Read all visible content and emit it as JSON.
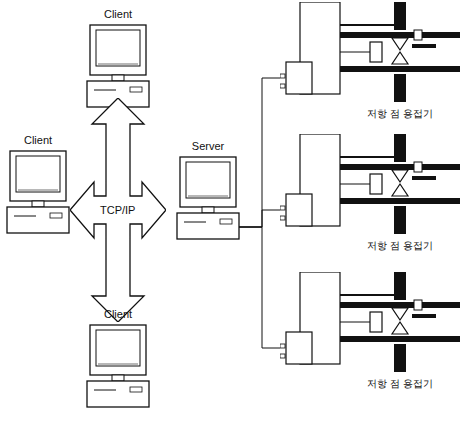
{
  "diagram": {
    "nodes": [
      {
        "text": [
          "Client"
        ]
      },
      {
        "text": [
          "Client"
        ]
      },
      {
        "text": [
          "TCP/IP"
        ]
      },
      {
        "text": [
          "Server"
        ]
      },
      {
        "text": [
          "Client"
        ]
      },
      {
        "text": [
          "저항 점 용접기"
        ]
      },
      {
        "text": [
          "저항 점 용접기"
        ]
      },
      {
        "text": [
          "저항 점 용접기"
        ]
      }
    ],
    "edges": [
      {
        "from": 3,
        "to": 5,
        "arrow": "none"
      },
      {
        "from": 3,
        "to": 6,
        "arrow": "none"
      },
      {
        "from": 3,
        "to": 7,
        "arrow": "none"
      }
    ]
  }
}
